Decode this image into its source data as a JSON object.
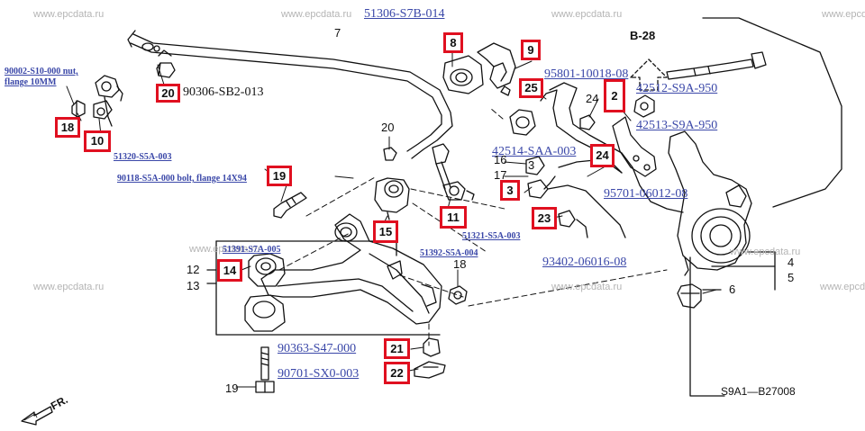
{
  "watermarks": [
    "www.epcdata.ru",
    "www.epcdata.ru",
    "www.epcdata.ru",
    "www.epcdata.ru",
    "www.epc",
    "www.epcdata.ru",
    "www.epcdata.ru",
    "www.epcdata.ru",
    "www.epcdata.ru",
    "www.epcdata.ru",
    "www.epcdata.ru"
  ],
  "part_links": {
    "p51306": "51306-S7B-014",
    "p95801": "95801-10018-08",
    "p42512": "42512-S9A-950",
    "p42513": "42513-S9A-950",
    "p42514": "42514-SAA-003",
    "p95701": "95701-06012-08",
    "p93402": "93402-06016-08",
    "p90363": "90363-S47-000",
    "p90701": "90701-SX0-003",
    "p90002_line1": "90002-S10-000  nut,",
    "p90002_line2": "flange 10MM",
    "p51320": "51320-S5A-003",
    "p90118": "90118-S5A-000  bolt, flange 14X94",
    "p51391": "51391-S7A-005",
    "p51392": "51392-S5A-004",
    "p51321": "51321-S5A-003"
  },
  "plain_labels": {
    "p90306": "90306-SB2-013"
  },
  "callouts": [
    "8",
    "9",
    "20",
    "25",
    "2",
    "24",
    "18",
    "10",
    "19",
    "3",
    "3",
    "23",
    "11",
    "15",
    "14",
    "21",
    "22"
  ],
  "numbers": [
    "7",
    "20",
    "24",
    "16",
    "17",
    "18",
    "12",
    "13",
    "19",
    "4",
    "5",
    "6"
  ],
  "ref": "B-28",
  "drawing_code": "S9A1—B27008",
  "front_label": "FR."
}
